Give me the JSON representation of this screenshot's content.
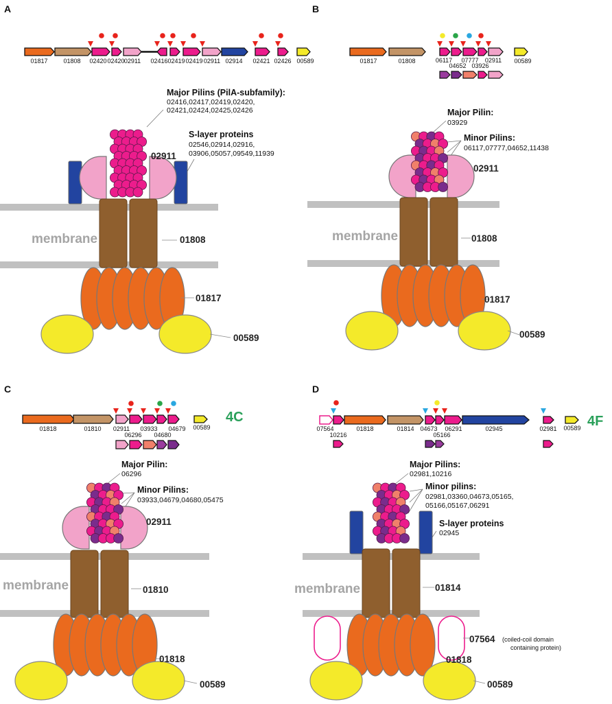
{
  "colors": {
    "orange": "#ea6a1e",
    "tan": "#c39466",
    "pink": "#ec1c8c",
    "lightpink": "#f2a3c9",
    "navy": "#2244a0",
    "yellow": "#f4ea2a",
    "brown": "#8f5f2e",
    "purple": "#7a2c8c",
    "salmon": "#f0806a",
    "membrane": "#c0c0c0",
    "red": "#e8231b",
    "green": "#2aa548",
    "cyan": "#2aa7e0"
  },
  "panels": [
    {
      "label": "A",
      "genes": [
        "01817",
        "01808",
        "02420",
        "02420",
        "02911",
        "02416",
        "02419",
        "02419",
        "02911",
        "02914",
        "02421",
        "02426",
        "00589"
      ],
      "major_head": "Major Pilins (PilA-subfamily):",
      "major_l1": "02416,02417,02419,02420,",
      "major_l2": "02421,02424,02425,02426",
      "slayer_head": "S-layer proteins",
      "slayer_l1": "02546,02914,02916,",
      "slayer_l2": "03906,05057,09549,11939",
      "p1": "02911",
      "membrane": "membrane",
      "p2": "01808",
      "p3": "01817",
      "p4": "00589"
    },
    {
      "label": "B",
      "genes": [
        "01817",
        "01808",
        "06117",
        "04652",
        "07777",
        "03926",
        "02911",
        "00589"
      ],
      "major_head": "Major Pilin:",
      "major_l1": "03929",
      "minor_head": "Minor Pilins:",
      "minor_l1": "06117,07777,04652,11438",
      "p1": "02911",
      "membrane": "membrane",
      "p2": "01808",
      "p3": "01817",
      "p4": "00589"
    },
    {
      "label": "C",
      "tag": "4C",
      "genes": [
        "01818",
        "01810",
        "02911",
        "06296",
        "03933",
        "04680",
        "04679",
        "00589"
      ],
      "major_head": "Major Pilin:",
      "major_l1": "06296",
      "minor_head": "Minor Pilins:",
      "minor_l1": "03933,04679,04680,05475",
      "p1": "02911",
      "membrane": "membrane",
      "p2": "01810",
      "p3": "01818",
      "p4": "00589"
    },
    {
      "label": "D",
      "tag": "4F",
      "genes": [
        "07564",
        "10216",
        "01818",
        "01814",
        "04673",
        "05166",
        "06291",
        "02945",
        "02981",
        "00589"
      ],
      "major_head": "Major Pilins:",
      "major_l1": "02981,10216",
      "minor_head": "Minor pilins:",
      "minor_l1": "02981,03360,04673,05165,",
      "minor_l2": "05166,05167,06291",
      "slayer_head": "S-layer proteins",
      "slayer_l1": "02945",
      "p1": "07564",
      "p1_note1": "(coiled-coil domain",
      "p1_note2": "containing protein)",
      "membrane": "membrane",
      "p2": "01814",
      "p3": "01818",
      "p4": "00589"
    }
  ]
}
